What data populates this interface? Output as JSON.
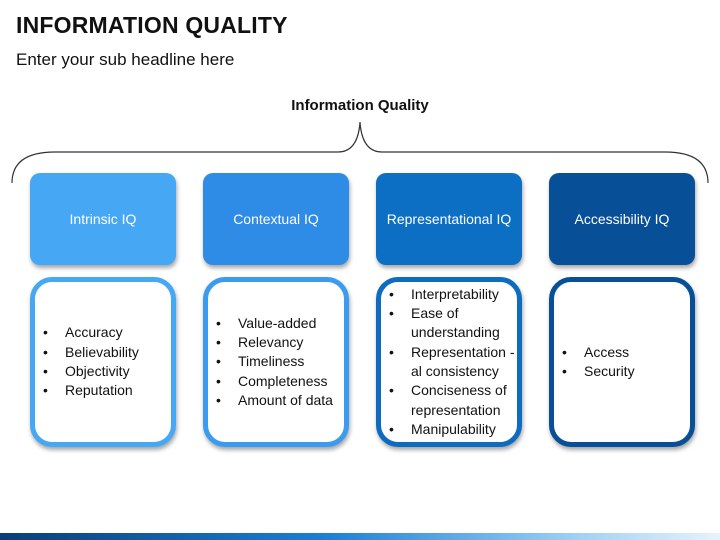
{
  "header": {
    "title": "INFORMATION QUALITY",
    "subtitle": "Enter your sub headline here"
  },
  "diagram": {
    "heading": "Information Quality",
    "categories": [
      {
        "label": "Intrinsic IQ",
        "color": "#46a8f5",
        "border": "#46a8f5",
        "items": [
          "Accuracy",
          "Believability",
          "Objectivity",
          "Reputation"
        ]
      },
      {
        "label": "Contextual IQ",
        "color": "#2e8ce6",
        "border": "#3a9bf0",
        "items": [
          "Value-added",
          "Relevancy",
          "Timeliness",
          "Completeness",
          "Amount of data"
        ]
      },
      {
        "label": "Representational IQ",
        "color": "#0c6fc4",
        "border": "#0d6cc0",
        "items": [
          "Interpretability",
          "Ease of understanding",
          "Representation -al consistency",
          "Conciseness of representation",
          "Manipulability"
        ]
      },
      {
        "label": "Accessibility IQ",
        "color": "#074f96",
        "border": "#074f96",
        "items": [
          "Access",
          "Security"
        ]
      }
    ]
  }
}
